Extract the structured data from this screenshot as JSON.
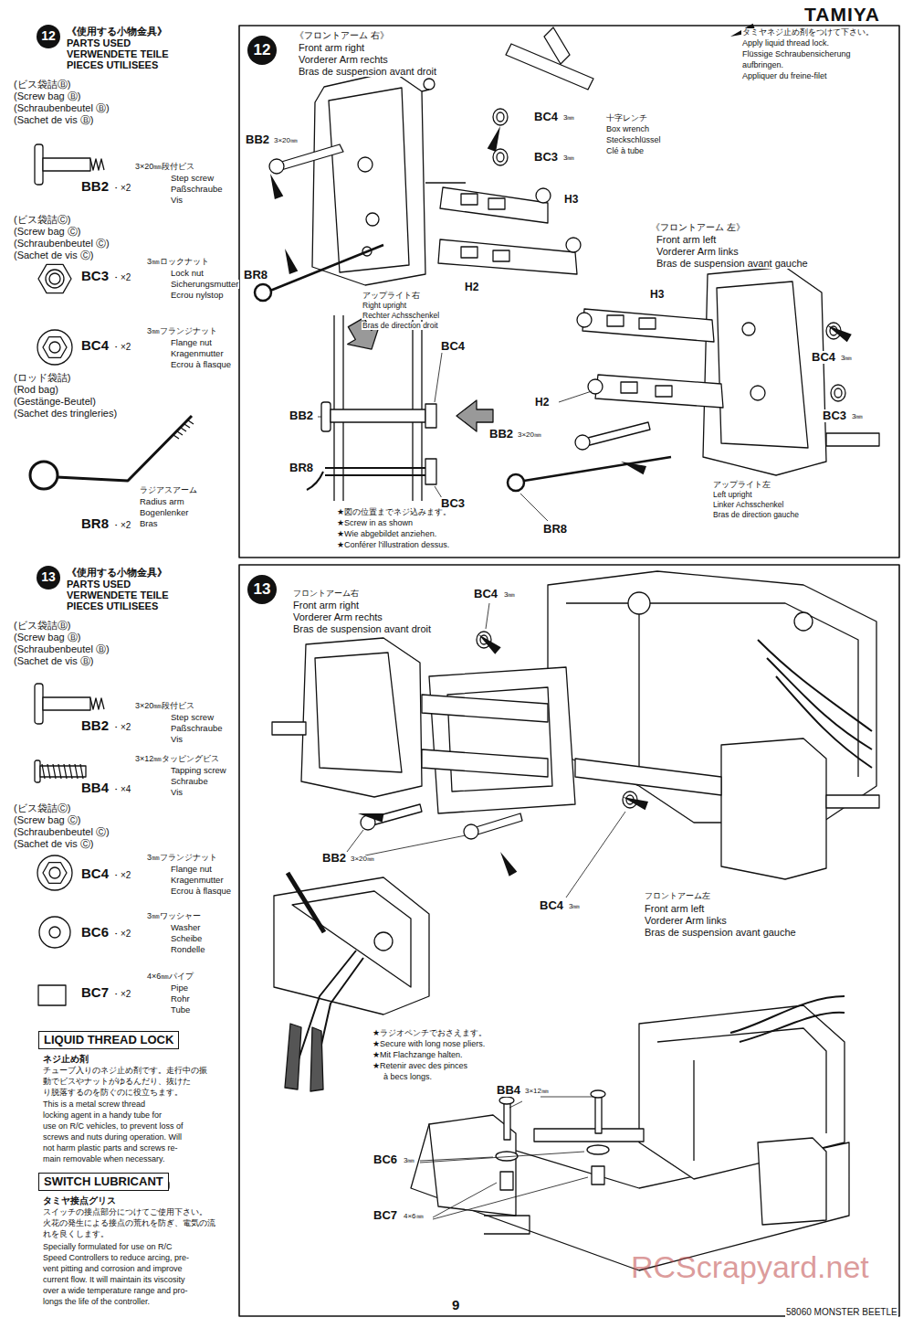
{
  "diagram": {
    "title": "TAMIYA",
    "nodes": [
      {
        "text": [
          "12"
        ]
      },
      {
        "text": [
          "12"
        ]
      },
      {
        "text": [
          "13"
        ]
      },
      {
        "text": [
          "13"
        ]
      },
      {
        "text": [
          "LIQUID THREAD LOCK"
        ]
      },
      {
        "text": [
          "SWITCH LUBRICANT"
        ]
      }
    ],
    "labels": [
      "《使用する小物金具》",
      "PARTS USED",
      "VERWENDETE TEILE",
      "PIECES UTILISEES",
      "(ビス袋詰Ⓑ)",
      "(Screw bag Ⓑ)",
      "(Schraubenbeutel Ⓑ)",
      "(Sachet de vis Ⓑ)",
      "BB2",
      "・×2",
      "3×20㎜段付ビス",
      "Step screw",
      "Paßschraube",
      "Vis",
      "(ビス袋詰Ⓒ)",
      "(Screw bag Ⓒ)",
      "(Schraubenbeutel Ⓒ)",
      "(Sachet de vis Ⓒ)",
      "BC3",
      "・×2",
      "3㎜ロックナット",
      "Lock nut",
      "Sicherungsmutter",
      "Ecrou nylstop",
      "BC4",
      "・×2",
      "3㎜フランジナット",
      "Flange nut",
      "Kragenmutter",
      "Ecrou à flasque",
      "(ロッド袋詰)",
      "(Rod bag)",
      "(Gestänge-Beutel)",
      "(Sachet des tringleries)",
      "ラジアスアーム",
      "Radius arm",
      "Bogenlenker",
      "Bras",
      "BR8",
      "・×2",
      "《フロントアーム 右》",
      "Front arm right",
      "Vorderer Arm rechts",
      "Bras de suspension avant droit",
      "BB2",
      "3×20㎜",
      "BC4",
      "3㎜",
      "BC3",
      "3㎜",
      "十字レンチ",
      "Box wrench",
      "Steckschlüssel",
      "Clé à tube",
      "タミヤネジ止め剤をつけて下さい。",
      "Apply liquid thread lock.",
      "Flüssige Schraubensicherung",
      "aufbringen.",
      "Appliquer du freine-filet",
      "H3",
      "H2",
      "BR8",
      "アップライト右",
      "Right upright",
      "Rechter Achsschenkel",
      "Bras de direction droit",
      "《フロントアーム 左》",
      "Front arm left",
      "Vorderer Arm links",
      "Bras de suspension avant gauche",
      "H3",
      "H2",
      "BC4",
      "3㎜",
      "BC3",
      "3㎜",
      "BB2",
      "3×20㎜",
      "BR8",
      "アップライト左",
      "Left upright",
      "Linker Achsschenkel",
      "Bras de direction gauche",
      "BC4",
      "BB2",
      "BR8",
      "BC3",
      "★図の位置までネジ込みます。",
      "★Screw in as shown",
      "★Wie abgebildet anziehen.",
      "★Conférer l'illustration dessus.",
      "《使用する小物金具》",
      "PARTS USED",
      "VERWENDETE TEILE",
      "PIECES UTILISEES",
      "(ビス袋詰Ⓑ)",
      "(Screw bag Ⓑ)",
      "(Schraubenbeutel Ⓑ)",
      "(Sachet de vis Ⓑ)",
      "BB2",
      "・×2",
      "3×20㎜段付ビス",
      "Step screw",
      "Paßschraube",
      "Vis",
      "BB4",
      "・×4",
      "3×12㎜タッピングビス",
      "Tapping screw",
      "Schraube",
      "Vis",
      "(ビス袋詰Ⓒ)",
      "(Screw bag Ⓒ)",
      "(Schraubenbeutel Ⓒ)",
      "(Sachet de vis Ⓒ)",
      "BC4",
      "・×2",
      "3㎜フランジナット",
      "Flange nut",
      "Kragenmutter",
      "Ecrou à flasque",
      "BC6",
      "・×2",
      "3㎜ワッシャー",
      "Washer",
      "Scheibe",
      "Rondelle",
      "BC7",
      "・×2",
      "4×6㎜パイプ",
      "Pipe",
      "Rohr",
      "Tube",
      "ネジ止め剤",
      "チューブ入りのネジ止め剤です。走行中の振",
      "動でビスやナットがゆるんだり、抜けた",
      "り脱落するのを防ぐのに役立ちます。",
      "This is a metal screw thread",
      "locking agent in a handy tube for",
      "use on R/C vehicles, to prevent loss of",
      "screws and nuts during operation. Will",
      "not harm plastic parts and screws re-",
      "main removable when necessary.",
      "タミヤ接点グリス",
      "スイッチの接点部分につけてご使用下さい。",
      "火花の発生による接点の荒れを防ぎ、電気の流",
      "れを良くします。",
      "Specially formulated for use on R/C",
      "Speed Controllers to reduce arcing, pre-",
      "vent pitting and corrosion and improve",
      "current flow. It will maintain its viscosity",
      "over a wide temperature range and pro-",
      "longs the life of the controller.",
      "フロントアーム右",
      "Front arm right",
      "Vorderer Arm rechts",
      "Bras de suspension avant droit",
      "BC4",
      "3㎜",
      "BB2",
      "3×20㎜",
      "BC4",
      "3㎜",
      "フロントアーム左",
      "Front arm left",
      "Vorderer Arm links",
      "Bras de suspension avant gauche",
      "★ラジオペンチでおさえます。",
      "★Secure with long nose pliers.",
      "★Mit Flachzange halten.",
      "★Retenir avec des pinces",
      "à becs longs.",
      "BB4",
      "3×12㎜",
      "BC6",
      "3㎜",
      "BC7",
      "4×6㎜",
      "RCScrapyard.net",
      "9",
      "58060 MONSTER BEETLE"
    ]
  }
}
